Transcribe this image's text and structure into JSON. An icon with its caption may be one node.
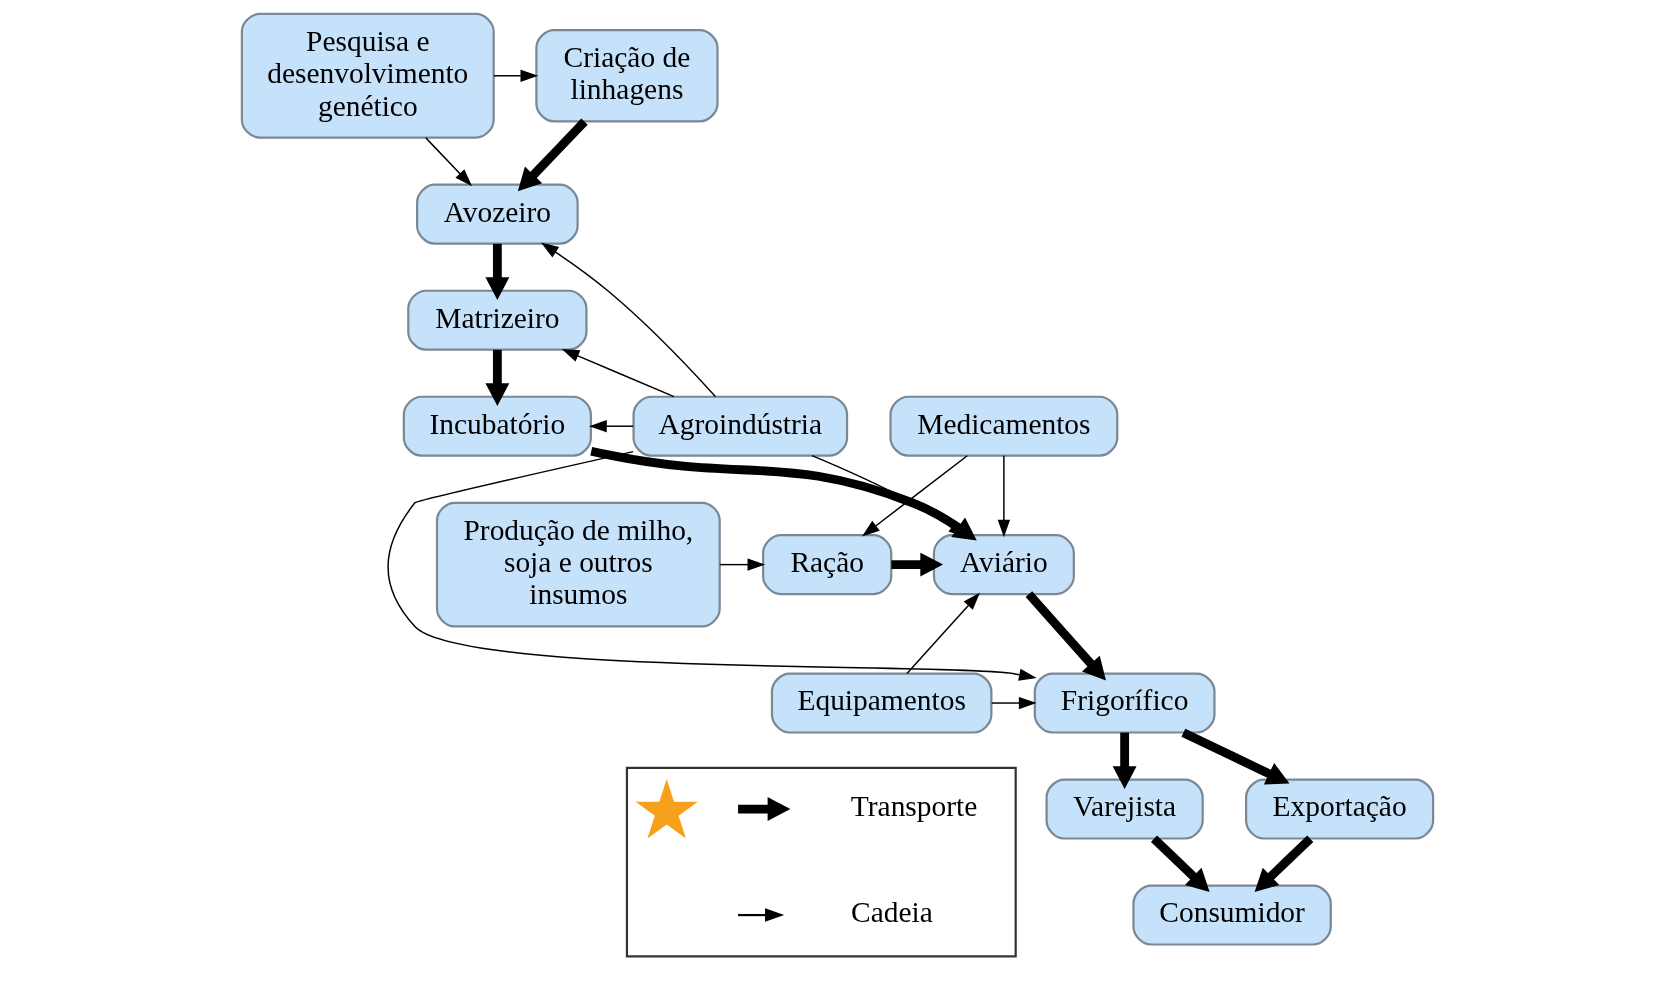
{
  "diagram": {
    "nodes": [
      {
        "text": [
          "Pesquisa e desenvolvimento genético"
        ]
      },
      {
        "text": [
          "Criação de linhagens"
        ]
      },
      {
        "text": [
          "Avozeiro"
        ]
      },
      {
        "text": [
          "Matrizeiro"
        ]
      },
      {
        "text": [
          "Incubatório"
        ]
      },
      {
        "text": [
          "Agroindústria"
        ]
      },
      {
        "text": [
          "Medicamentos"
        ]
      },
      {
        "text": [
          "Produção de milho, soja e outros insumos"
        ]
      },
      {
        "text": [
          "Ração"
        ]
      },
      {
        "text": [
          "Aviário"
        ]
      },
      {
        "text": [
          "Equipamentos"
        ]
      },
      {
        "text": [
          "Frigorífico"
        ]
      },
      {
        "text": [
          "Varejista"
        ]
      },
      {
        "text": [
          "Exportação"
        ]
      },
      {
        "text": [
          "Consumidor"
        ]
      },
      {
        "text": [],
        "shape": "box"
      },
      {
        "text": [],
        "shape": "star",
        "in": 15
      }
    ],
    "edges": [
      {
        "from": 0,
        "to": 1,
        "arrow": "to"
      },
      {
        "from": 0,
        "to": 2,
        "arrow": "to"
      },
      {
        "from": 1,
        "to": 2,
        "arrow": "to",
        "style": "thick"
      },
      {
        "from": 2,
        "to": 3,
        "arrow": "to",
        "style": "thick"
      },
      {
        "from": 3,
        "to": 4,
        "arrow": "to",
        "style": "thick"
      },
      {
        "from": 4,
        "to": 9,
        "arrow": "to",
        "style": "thick"
      },
      {
        "from": 5,
        "to": 2,
        "arrow": "to"
      },
      {
        "from": 5,
        "to": 3,
        "arrow": "to"
      },
      {
        "from": 5,
        "to": 4,
        "arrow": "to"
      },
      {
        "from": 5,
        "to": 9,
        "arrow": "to"
      },
      {
        "from": 5,
        "to": 11,
        "arrow": "to"
      },
      {
        "from": 6,
        "to": 8,
        "arrow": "to"
      },
      {
        "from": 6,
        "to": 9,
        "arrow": "to"
      },
      {
        "from": 7,
        "to": 8,
        "arrow": "to"
      },
      {
        "from": 8,
        "to": 9,
        "arrow": "to",
        "style": "thick"
      },
      {
        "from": 10,
        "to": 9,
        "arrow": "to"
      },
      {
        "from": 10,
        "to": 11,
        "arrow": "to"
      },
      {
        "from": 9,
        "to": 11,
        "arrow": "to",
        "style": "thick"
      },
      {
        "from": 11,
        "to": 12,
        "arrow": "to",
        "style": "thick"
      },
      {
        "from": 11,
        "to": 13,
        "arrow": "to",
        "style": "thick"
      },
      {
        "from": 12,
        "to": 14,
        "arrow": "to",
        "style": "thick"
      },
      {
        "from": 13,
        "to": 14,
        "arrow": "to",
        "style": "thick"
      }
    ],
    "legend": [
      {
        "text": "Transporte"
      },
      {
        "text": "Cadeia"
      }
    ]
  }
}
